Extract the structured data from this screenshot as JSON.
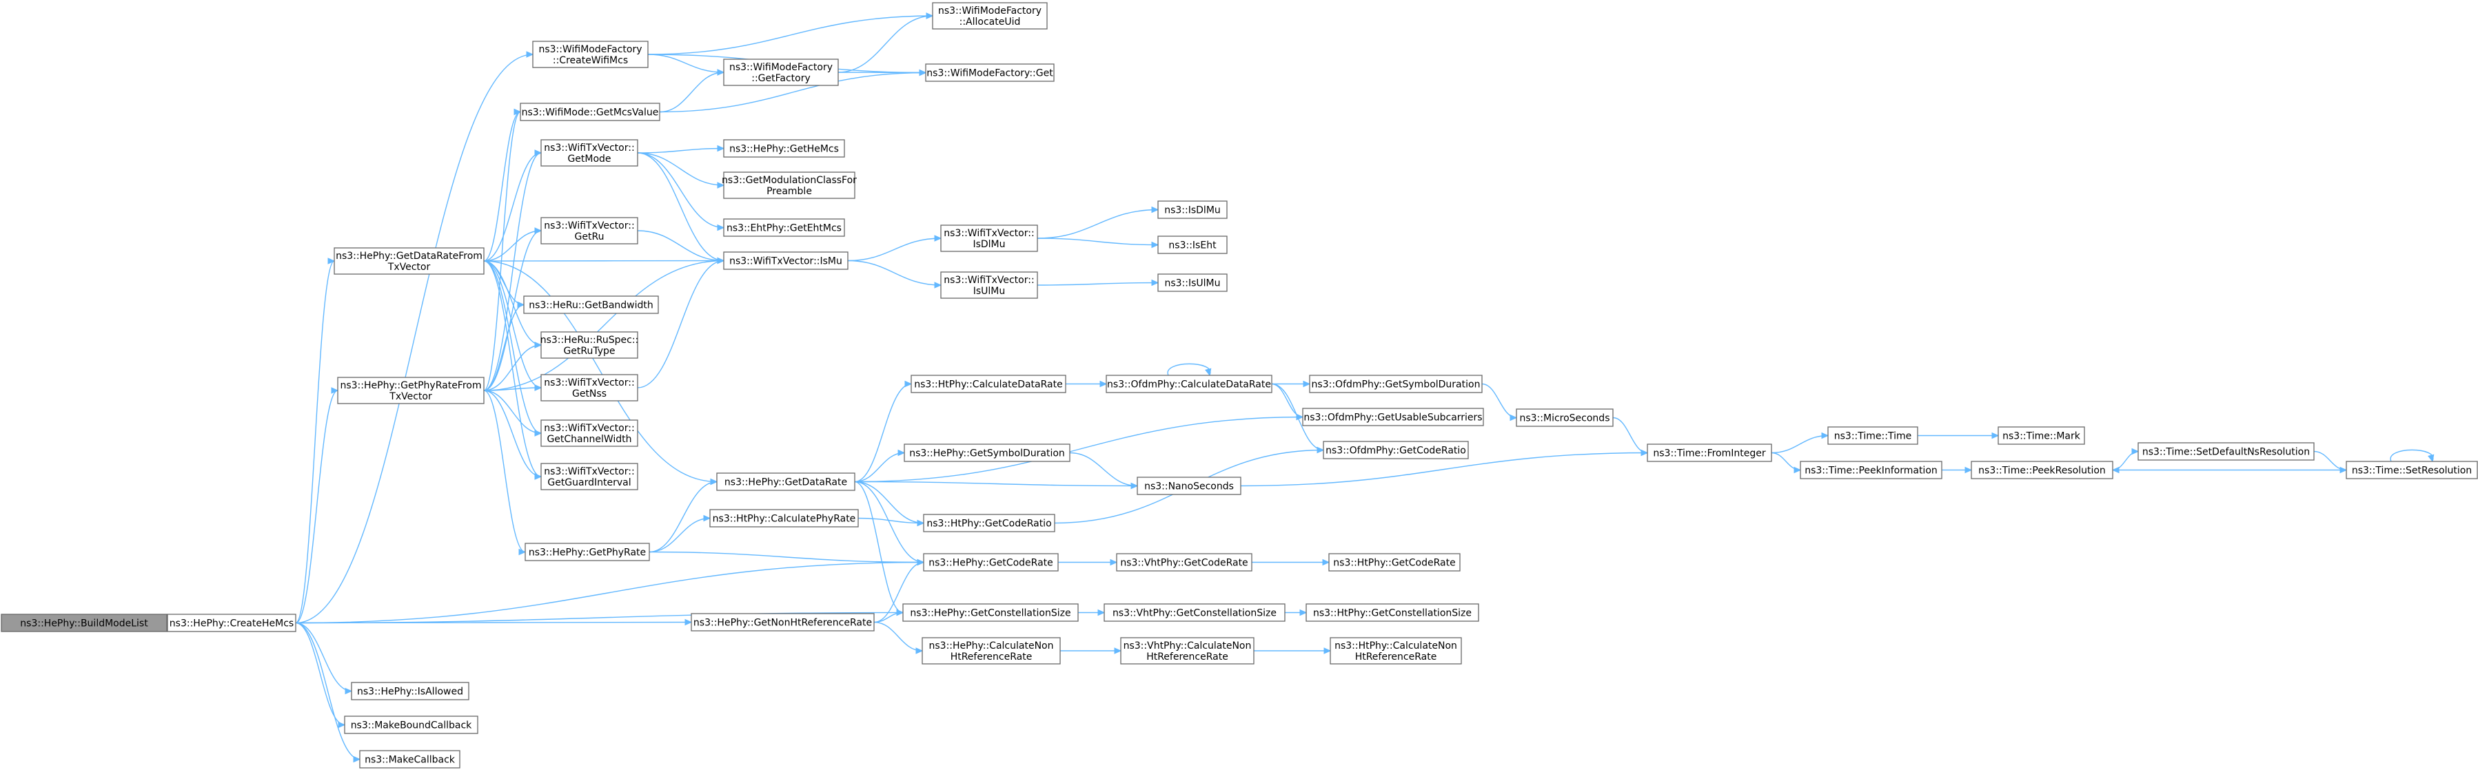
{
  "graph": {
    "title": "",
    "colors": {
      "edge": "#63b8ff",
      "node_border": "#666666",
      "root_fill": "#999999",
      "node_fill": "#ffffff"
    },
    "nodes": [
      {
        "id": "BuildModeList",
        "lines": [
          "ns3::HePhy::BuildModeList"
        ],
        "root": true
      },
      {
        "id": "CreateHeMcs",
        "lines": [
          "ns3::HePhy::CreateHeMcs"
        ]
      },
      {
        "id": "CreateWifiMcs",
        "lines": [
          "ns3::WifiModeFactory",
          "::CreateWifiMcs"
        ]
      },
      {
        "id": "GetMcsValue",
        "lines": [
          "ns3::WifiMode::GetMcsValue"
        ]
      },
      {
        "id": "AllocateUid",
        "lines": [
          "ns3::WifiModeFactory",
          "::AllocateUid"
        ]
      },
      {
        "id": "GetFactory",
        "lines": [
          "ns3::WifiModeFactory",
          "::GetFactory"
        ]
      },
      {
        "id": "FactoryGet",
        "lines": [
          "ns3::WifiModeFactory::Get"
        ]
      },
      {
        "id": "GetMode",
        "lines": [
          "ns3::WifiTxVector::",
          "GetMode"
        ]
      },
      {
        "id": "GetHeMcs",
        "lines": [
          "ns3::HePhy::GetHeMcs"
        ]
      },
      {
        "id": "GetModulationClass",
        "lines": [
          "ns3::GetModulationClassFor",
          "Preamble"
        ]
      },
      {
        "id": "GetEhtMcs",
        "lines": [
          "ns3::EhtPhy::GetEhtMcs"
        ]
      },
      {
        "id": "GetRu",
        "lines": [
          "ns3::WifiTxVector::",
          "GetRu"
        ]
      },
      {
        "id": "IsMu",
        "lines": [
          "ns3::WifiTxVector::IsMu"
        ]
      },
      {
        "id": "IsDlMu",
        "lines": [
          "ns3::WifiTxVector::",
          "IsDlMu"
        ]
      },
      {
        "id": "IsUlMu",
        "lines": [
          "ns3::WifiTxVector::",
          "IsUlMu"
        ]
      },
      {
        "id": "GIsDlMu",
        "lines": [
          "ns3::IsDlMu"
        ]
      },
      {
        "id": "IsEht",
        "lines": [
          "ns3::IsEht"
        ]
      },
      {
        "id": "GIsUlMu",
        "lines": [
          "ns3::IsUlMu"
        ]
      },
      {
        "id": "GetDataRateFromTx",
        "lines": [
          "ns3::HePhy::GetDataRateFrom",
          "TxVector"
        ]
      },
      {
        "id": "GetBandwidth",
        "lines": [
          "ns3::HeRu::GetBandwidth"
        ]
      },
      {
        "id": "GetRuType",
        "lines": [
          "ns3::HeRu::RuSpec::",
          "GetRuType"
        ]
      },
      {
        "id": "GetPhyRateFromTx",
        "lines": [
          "ns3::HePhy::GetPhyRateFrom",
          "TxVector"
        ]
      },
      {
        "id": "GetNss",
        "lines": [
          "ns3::WifiTxVector::",
          "GetNss"
        ]
      },
      {
        "id": "GetChannelWidth",
        "lines": [
          "ns3::WifiTxVector::",
          "GetChannelWidth"
        ]
      },
      {
        "id": "GetGuardInterval",
        "lines": [
          "ns3::WifiTxVector::",
          "GetGuardInterval"
        ]
      },
      {
        "id": "HtCalculateDataRate",
        "lines": [
          "ns3::HtPhy::CalculateDataRate"
        ]
      },
      {
        "id": "OfdmCalculateDataRate",
        "lines": [
          "ns3::OfdmPhy::CalculateDataRate"
        ]
      },
      {
        "id": "OfdmGetSymbolDuration",
        "lines": [
          "ns3::OfdmPhy::GetSymbolDuration"
        ]
      },
      {
        "id": "GetUsableSubcarriers",
        "lines": [
          "ns3::OfdmPhy::GetUsableSubcarriers"
        ]
      },
      {
        "id": "MicroSeconds",
        "lines": [
          "ns3::MicroSeconds"
        ]
      },
      {
        "id": "OfdmGetCodeRatio",
        "lines": [
          "ns3::OfdmPhy::GetCodeRatio"
        ]
      },
      {
        "id": "HeGetSymbolDuration",
        "lines": [
          "ns3::HePhy::GetSymbolDuration"
        ]
      },
      {
        "id": "HeGetDataRate",
        "lines": [
          "ns3::HePhy::GetDataRate"
        ]
      },
      {
        "id": "NanoSeconds",
        "lines": [
          "ns3::NanoSeconds"
        ]
      },
      {
        "id": "FromInteger",
        "lines": [
          "ns3::Time::FromInteger"
        ]
      },
      {
        "id": "TimeTime",
        "lines": [
          "ns3::Time::Time"
        ]
      },
      {
        "id": "TimeMark",
        "lines": [
          "ns3::Time::Mark"
        ]
      },
      {
        "id": "PeekInformation",
        "lines": [
          "ns3::Time::PeekInformation"
        ]
      },
      {
        "id": "PeekResolution",
        "lines": [
          "ns3::Time::PeekResolution"
        ]
      },
      {
        "id": "SetDefaultNsResolution",
        "lines": [
          "ns3::Time::SetDefaultNsResolution"
        ]
      },
      {
        "id": "SetResolution",
        "lines": [
          "ns3::Time::SetResolution"
        ]
      },
      {
        "id": "HtCalculatePhyRate",
        "lines": [
          "ns3::HtPhy::CalculatePhyRate"
        ]
      },
      {
        "id": "HtGetCodeRatio",
        "lines": [
          "ns3::HtPhy::GetCodeRatio"
        ]
      },
      {
        "id": "GetPhyRate",
        "lines": [
          "ns3::HePhy::GetPhyRate"
        ]
      },
      {
        "id": "HeGetCodeRate",
        "lines": [
          "ns3::HePhy::GetCodeRate"
        ]
      },
      {
        "id": "VhtGetCodeRate",
        "lines": [
          "ns3::VhtPhy::GetCodeRate"
        ]
      },
      {
        "id": "HtGetCodeRate",
        "lines": [
          "ns3::HtPhy::GetCodeRate"
        ]
      },
      {
        "id": "GetNonHtRefRate",
        "lines": [
          "ns3::HePhy::GetNonHtReferenceRate"
        ]
      },
      {
        "id": "HeGetConstSize",
        "lines": [
          "ns3::HePhy::GetConstellationSize"
        ]
      },
      {
        "id": "VhtGetConstSize",
        "lines": [
          "ns3::VhtPhy::GetConstellationSize"
        ]
      },
      {
        "id": "HtGetConstSize",
        "lines": [
          "ns3::HtPhy::GetConstellationSize"
        ]
      },
      {
        "id": "HeCalcNonHt",
        "lines": [
          "ns3::HePhy::CalculateNon",
          "HtReferenceRate"
        ]
      },
      {
        "id": "VhtCalcNonHt",
        "lines": [
          "ns3::VhtPhy::CalculateNon",
          "HtReferenceRate"
        ]
      },
      {
        "id": "HtCalcNonHt",
        "lines": [
          "ns3::HtPhy::CalculateNon",
          "HtReferenceRate"
        ]
      },
      {
        "id": "IsAllowed",
        "lines": [
          "ns3::HePhy::IsAllowed"
        ]
      },
      {
        "id": "MakeBoundCallback",
        "lines": [
          "ns3::MakeBoundCallback"
        ]
      },
      {
        "id": "MakeCallback",
        "lines": [
          "ns3::MakeCallback"
        ]
      }
    ],
    "edges": [
      [
        "BuildModeList",
        "CreateHeMcs"
      ],
      [
        "CreateHeMcs",
        "CreateWifiMcs"
      ],
      [
        "CreateHeMcs",
        "GetDataRateFromTx"
      ],
      [
        "CreateHeMcs",
        "GetPhyRateFromTx"
      ],
      [
        "CreateHeMcs",
        "HeGetCodeRate"
      ],
      [
        "CreateHeMcs",
        "HeGetConstSize"
      ],
      [
        "CreateHeMcs",
        "GetNonHtRefRate"
      ],
      [
        "CreateHeMcs",
        "IsAllowed"
      ],
      [
        "CreateHeMcs",
        "MakeBoundCallback"
      ],
      [
        "CreateHeMcs",
        "MakeCallback"
      ],
      [
        "CreateWifiMcs",
        "AllocateUid"
      ],
      [
        "CreateWifiMcs",
        "GetFactory"
      ],
      [
        "CreateWifiMcs",
        "FactoryGet"
      ],
      [
        "GetFactory",
        "AllocateUid"
      ],
      [
        "GetFactory",
        "FactoryGet"
      ],
      [
        "GetMcsValue",
        "GetFactory"
      ],
      [
        "GetMcsValue",
        "FactoryGet"
      ],
      [
        "GetMode",
        "GetHeMcs"
      ],
      [
        "GetMode",
        "GetModulationClass"
      ],
      [
        "GetMode",
        "GetEhtMcs"
      ],
      [
        "GetMode",
        "IsMu"
      ],
      [
        "GetRu",
        "IsMu"
      ],
      [
        "GetNss",
        "IsMu"
      ],
      [
        "IsMu",
        "IsDlMu"
      ],
      [
        "IsMu",
        "IsUlMu"
      ],
      [
        "IsDlMu",
        "GIsDlMu"
      ],
      [
        "IsDlMu",
        "IsEht"
      ],
      [
        "IsUlMu",
        "GIsUlMu"
      ],
      [
        "GetDataRateFromTx",
        "GetMcsValue"
      ],
      [
        "GetDataRateFromTx",
        "GetMode"
      ],
      [
        "GetDataRateFromTx",
        "GetRu"
      ],
      [
        "GetDataRateFromTx",
        "IsMu"
      ],
      [
        "GetDataRateFromTx",
        "GetBandwidth"
      ],
      [
        "GetDataRateFromTx",
        "GetRuType"
      ],
      [
        "GetDataRateFromTx",
        "GetNss"
      ],
      [
        "GetDataRateFromTx",
        "GetChannelWidth"
      ],
      [
        "GetDataRateFromTx",
        "GetGuardInterval"
      ],
      [
        "GetDataRateFromTx",
        "HeGetDataRate"
      ],
      [
        "GetPhyRateFromTx",
        "GetMcsValue"
      ],
      [
        "GetPhyRateFromTx",
        "GetMode"
      ],
      [
        "GetPhyRateFromTx",
        "GetRu"
      ],
      [
        "GetPhyRateFromTx",
        "IsMu"
      ],
      [
        "GetPhyRateFromTx",
        "GetBandwidth"
      ],
      [
        "GetPhyRateFromTx",
        "GetRuType"
      ],
      [
        "GetPhyRateFromTx",
        "GetNss"
      ],
      [
        "GetPhyRateFromTx",
        "GetChannelWidth"
      ],
      [
        "GetPhyRateFromTx",
        "GetGuardInterval"
      ],
      [
        "GetPhyRateFromTx",
        "GetPhyRate"
      ],
      [
        "GetPhyRate",
        "HeGetDataRate"
      ],
      [
        "GetPhyRate",
        "HtCalculatePhyRate"
      ],
      [
        "GetPhyRate",
        "HeGetCodeRate"
      ],
      [
        "HtCalculatePhyRate",
        "HtGetCodeRatio"
      ],
      [
        "HeGetDataRate",
        "HtCalculateDataRate"
      ],
      [
        "HeGetDataRate",
        "GetUsableSubcarriers"
      ],
      [
        "HeGetDataRate",
        "HeGetSymbolDuration"
      ],
      [
        "HeGetDataRate",
        "NanoSeconds"
      ],
      [
        "HeGetDataRate",
        "HtGetCodeRatio"
      ],
      [
        "HeGetDataRate",
        "HeGetCodeRate"
      ],
      [
        "HeGetDataRate",
        "HeGetConstSize"
      ],
      [
        "HtCalculateDataRate",
        "OfdmCalculateDataRate"
      ],
      [
        "OfdmCalculateDataRate",
        "OfdmCalculateDataRate"
      ],
      [
        "OfdmCalculateDataRate",
        "OfdmGetSymbolDuration"
      ],
      [
        "OfdmCalculateDataRate",
        "GetUsableSubcarriers"
      ],
      [
        "OfdmCalculateDataRate",
        "OfdmGetCodeRatio"
      ],
      [
        "OfdmGetSymbolDuration",
        "MicroSeconds"
      ],
      [
        "MicroSeconds",
        "FromInteger"
      ],
      [
        "HeGetSymbolDuration",
        "NanoSeconds"
      ],
      [
        "NanoSeconds",
        "FromInteger"
      ],
      [
        "HtGetCodeRatio",
        "OfdmGetCodeRatio"
      ],
      [
        "FromInteger",
        "TimeTime"
      ],
      [
        "FromInteger",
        "PeekInformation"
      ],
      [
        "TimeTime",
        "TimeMark"
      ],
      [
        "PeekInformation",
        "PeekResolution"
      ],
      [
        "PeekResolution",
        "SetDefaultNsResolution"
      ],
      [
        "SetDefaultNsResolution",
        "SetResolution"
      ],
      [
        "SetResolution",
        "PeekResolution"
      ],
      [
        "SetResolution",
        "SetResolution"
      ],
      [
        "HeGetCodeRate",
        "VhtGetCodeRate"
      ],
      [
        "VhtGetCodeRate",
        "HtGetCodeRate"
      ],
      [
        "GetNonHtRefRate",
        "HeGetCodeRate"
      ],
      [
        "GetNonHtRefRate",
        "HeGetConstSize"
      ],
      [
        "GetNonHtRefRate",
        "HeCalcNonHt"
      ],
      [
        "HeGetConstSize",
        "VhtGetConstSize"
      ],
      [
        "VhtGetConstSize",
        "HtGetConstSize"
      ],
      [
        "HeCalcNonHt",
        "VhtCalcNonHt"
      ],
      [
        "VhtCalcNonHt",
        "HtCalcNonHt"
      ]
    ]
  }
}
